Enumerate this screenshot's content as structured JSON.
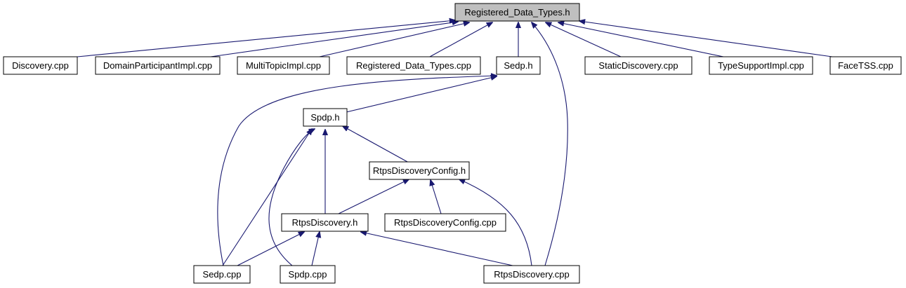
{
  "graph": {
    "nodes": [
      {
        "id": "registered_data_types_h",
        "label": "Registered_Data_Types.h",
        "root": true
      },
      {
        "id": "discovery_cpp",
        "label": "Discovery.cpp"
      },
      {
        "id": "domainparticipantimpl_cpp",
        "label": "DomainParticipantImpl.cpp"
      },
      {
        "id": "multitopicimpl_cpp",
        "label": "MultiTopicImpl.cpp"
      },
      {
        "id": "registered_data_types_cpp",
        "label": "Registered_Data_Types.cpp"
      },
      {
        "id": "sedp_h",
        "label": "Sedp.h"
      },
      {
        "id": "staticdiscovery_cpp",
        "label": "StaticDiscovery.cpp"
      },
      {
        "id": "typesupportimpl_cpp",
        "label": "TypeSupportImpl.cpp"
      },
      {
        "id": "facetss_cpp",
        "label": "FaceTSS.cpp"
      },
      {
        "id": "spdp_h",
        "label": "Spdp.h"
      },
      {
        "id": "rtpsdiscoveryconfig_h",
        "label": "RtpsDiscoveryConfig.h"
      },
      {
        "id": "rtpsdiscovery_h",
        "label": "RtpsDiscovery.h"
      },
      {
        "id": "rtpsdiscoveryconfig_cpp",
        "label": "RtpsDiscoveryConfig.cpp"
      },
      {
        "id": "sedp_cpp",
        "label": "Sedp.cpp"
      },
      {
        "id": "spdp_cpp",
        "label": "Spdp.cpp"
      },
      {
        "id": "rtpsdiscovery_cpp",
        "label": "RtpsDiscovery.cpp"
      }
    ],
    "edges": [
      {
        "from": "discovery_cpp",
        "to": "registered_data_types_h"
      },
      {
        "from": "domainparticipantimpl_cpp",
        "to": "registered_data_types_h"
      },
      {
        "from": "multitopicimpl_cpp",
        "to": "registered_data_types_h"
      },
      {
        "from": "registered_data_types_cpp",
        "to": "registered_data_types_h"
      },
      {
        "from": "sedp_h",
        "to": "registered_data_types_h"
      },
      {
        "from": "rtpsdiscovery_cpp",
        "to": "registered_data_types_h"
      },
      {
        "from": "staticdiscovery_cpp",
        "to": "registered_data_types_h"
      },
      {
        "from": "typesupportimpl_cpp",
        "to": "registered_data_types_h"
      },
      {
        "from": "facetss_cpp",
        "to": "registered_data_types_h"
      },
      {
        "from": "spdp_h",
        "to": "sedp_h"
      },
      {
        "from": "sedp_cpp",
        "to": "sedp_h"
      },
      {
        "from": "rtpsdiscoveryconfig_h",
        "to": "spdp_h"
      },
      {
        "from": "rtpsdiscovery_h",
        "to": "spdp_h"
      },
      {
        "from": "sedp_cpp",
        "to": "spdp_h"
      },
      {
        "from": "spdp_cpp",
        "to": "spdp_h"
      },
      {
        "from": "rtpsdiscovery_h",
        "to": "rtpsdiscoveryconfig_h"
      },
      {
        "from": "rtpsdiscoveryconfig_cpp",
        "to": "rtpsdiscoveryconfig_h"
      },
      {
        "from": "rtpsdiscovery_cpp",
        "to": "rtpsdiscoveryconfig_h"
      },
      {
        "from": "sedp_cpp",
        "to": "rtpsdiscovery_h"
      },
      {
        "from": "spdp_cpp",
        "to": "rtpsdiscovery_h"
      },
      {
        "from": "rtpsdiscovery_cpp",
        "to": "rtpsdiscovery_h"
      }
    ]
  }
}
